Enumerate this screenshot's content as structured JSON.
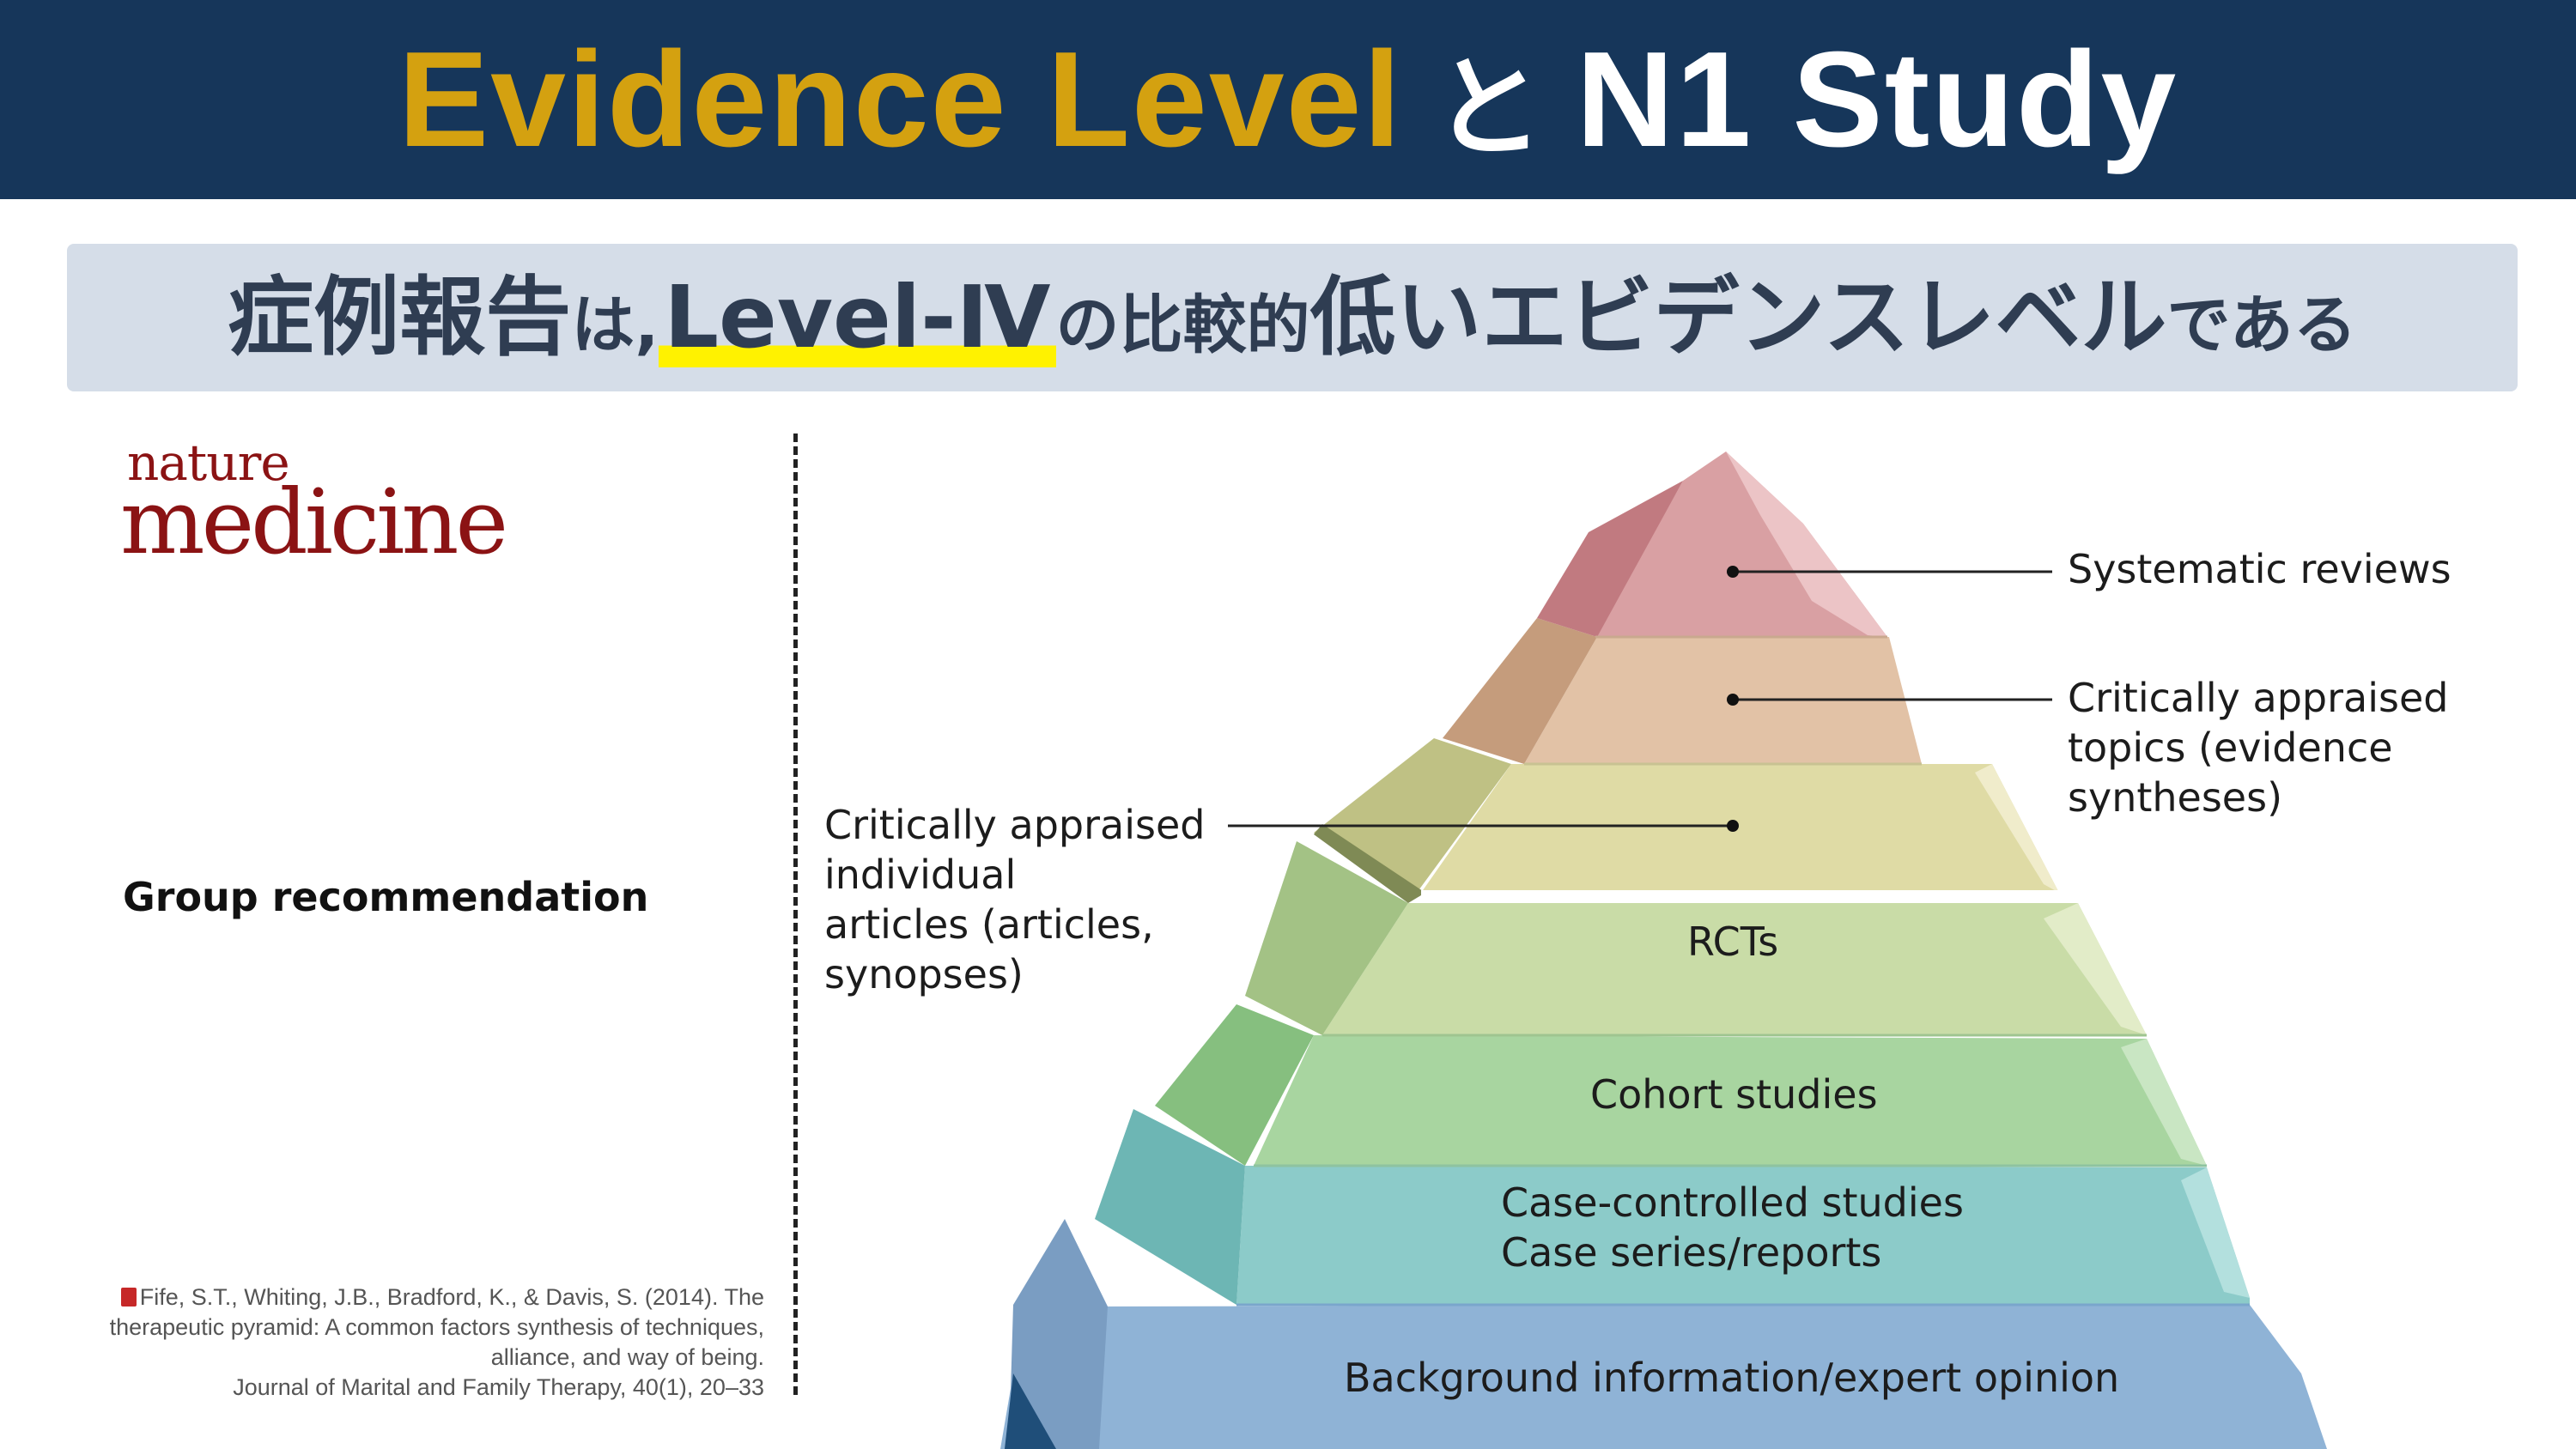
{
  "header": {
    "title_part1": "Evidence Level",
    "title_part2": "と",
    "title_part3": "N1 Study"
  },
  "banner": {
    "seg1": "症例報告",
    "seg2": "は,",
    "seg3": "Level-Ⅳ",
    "seg4": "の比較的",
    "seg5": "低いエビデンスレベル",
    "seg6": "である"
  },
  "left_panel": {
    "logo_line1": "nature",
    "logo_line2": "medicine",
    "group_label": "Group recommendation",
    "citation_line1": "Fife, S.T., Whiting, J.B., Bradford, K., & Davis, S. (2014). The",
    "citation_line2": "therapeutic pyramid: A common factors synthesis of techniques,",
    "citation_line3": "alliance, and way of being.",
    "citation_line4": "Journal of Marital and Family Therapy, 40(1), 20–33",
    "citation_icon": "book-icon"
  },
  "pyramid": {
    "tiers": [
      {
        "label_lines": [
          "Systematic reviews"
        ],
        "color": "#d9a0a3"
      },
      {
        "label_lines": [
          "Critically appraised",
          "topics (evidence",
          "syntheses)"
        ],
        "color": "#e2c2a6"
      },
      {
        "label_lines": [
          "Critically appraised",
          "individual",
          "articles (articles,",
          "synopses)"
        ],
        "color": "#dfdba5"
      },
      {
        "label_lines": [
          "RCTs"
        ],
        "color": "#c9dca7"
      },
      {
        "label_lines": [
          "Cohort studies"
        ],
        "color": "#a8d5a0"
      },
      {
        "label_lines": [
          "Case-controlled studies",
          "Case series/reports"
        ],
        "color": "#8ccbc9"
      },
      {
        "label_lines": [
          "Background information/expert opinion"
        ],
        "color": "#8fb3d6"
      }
    ]
  }
}
